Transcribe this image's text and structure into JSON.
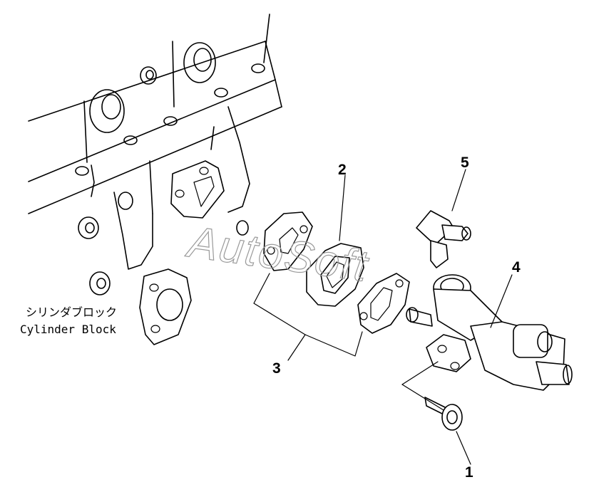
{
  "diagram": {
    "callouts": [
      "1",
      "2",
      "3",
      "4",
      "5"
    ],
    "block_label_jp": "シリンダブロック",
    "block_label_en": "Cylinder Block",
    "watermark": "AutoSoft"
  }
}
